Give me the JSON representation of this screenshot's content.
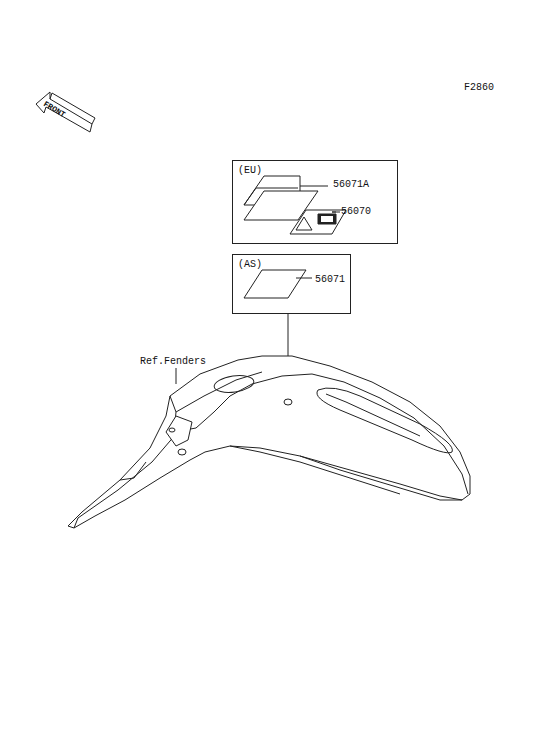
{
  "diagram": {
    "nodes": [
      {
        "text": [
          "(EU)",
          "56071A",
          "56070"
        ]
      },
      {
        "text": [
          "(AS)",
          "56071"
        ]
      }
    ],
    "labels": [
      "F2860",
      "FRONT",
      "Ref.Fenders"
    ]
  }
}
